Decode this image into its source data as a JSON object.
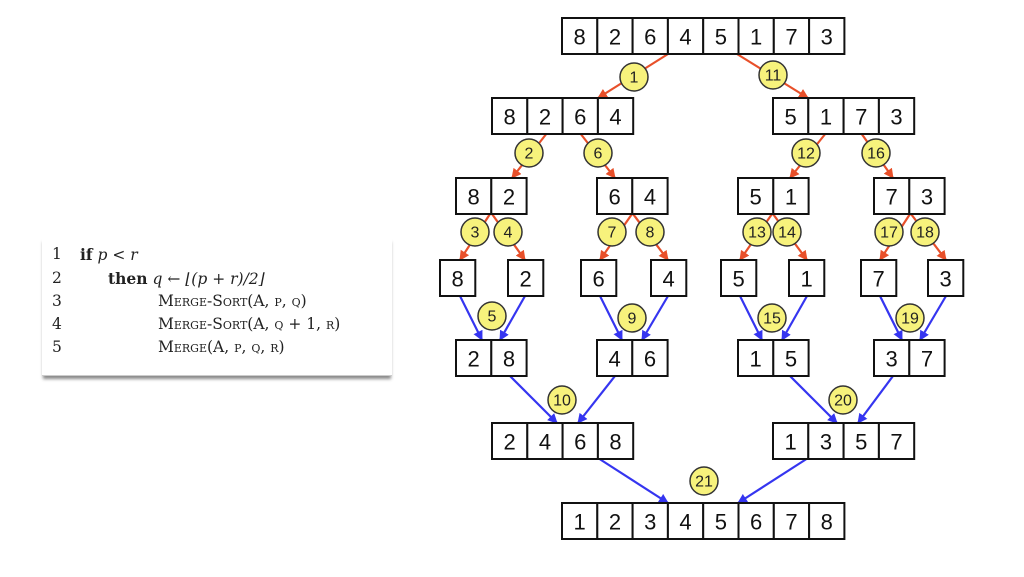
{
  "pseudocode": {
    "lines": [
      {
        "num": "1",
        "keyword": "if",
        "text": "p < r"
      },
      {
        "num": "2",
        "keyword": "then",
        "text": "q ← ⌊(p + r)/2⌋"
      },
      {
        "num": "3",
        "keyword": "",
        "text": "Merge-Sort(A, p, q)"
      },
      {
        "num": "4",
        "keyword": "",
        "text": "Merge-Sort(A, q + 1, r)"
      },
      {
        "num": "5",
        "keyword": "",
        "text": "Merge(A, p, q, r)"
      }
    ]
  },
  "diagram": {
    "colors": {
      "split": "#e8502a",
      "merge": "#3535f0",
      "step_fill": "#f7f27c",
      "step_border": "#333333"
    },
    "rows": [
      [
        [
          8,
          2,
          6,
          4,
          5,
          1,
          7,
          3
        ]
      ],
      [
        [
          8,
          2,
          6,
          4
        ],
        [
          5,
          1,
          7,
          3
        ]
      ],
      [
        [
          8,
          2
        ],
        [
          6,
          4
        ],
        [
          5,
          1
        ],
        [
          7,
          3
        ]
      ],
      [
        [
          8
        ],
        [
          2
        ],
        [
          6
        ],
        [
          4
        ],
        [
          5
        ],
        [
          1
        ],
        [
          7
        ],
        [
          3
        ]
      ],
      [
        [
          2,
          8
        ],
        [
          4,
          6
        ],
        [
          1,
          5
        ],
        [
          3,
          7
        ]
      ],
      [
        [
          2,
          4,
          6,
          8
        ],
        [
          1,
          3,
          5,
          7
        ]
      ],
      [
        [
          1,
          2,
          3,
          4,
          5,
          6,
          7,
          8
        ]
      ]
    ],
    "steps": [
      "1",
      "11",
      "2",
      "6",
      "12",
      "16",
      "3",
      "4",
      "7",
      "8",
      "13",
      "14",
      "17",
      "18",
      "5",
      "9",
      "15",
      "19",
      "10",
      "20",
      "21"
    ]
  }
}
